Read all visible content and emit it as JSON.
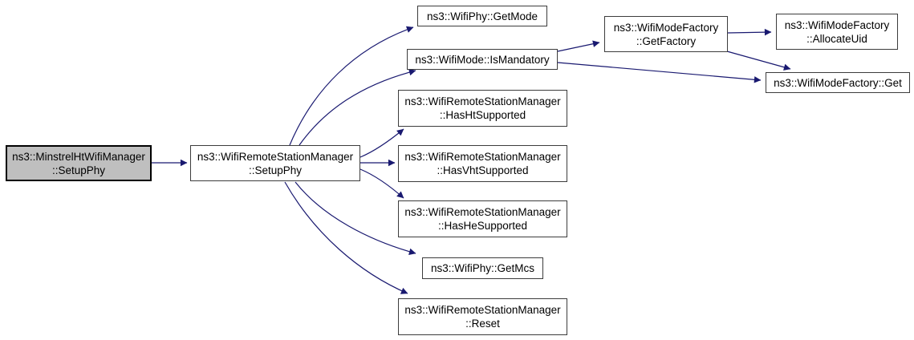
{
  "diagram": {
    "kind": "doxygen-call-graph",
    "colors": {
      "background": "#ffffff",
      "edge": "#191970",
      "node_fill": "#ffffff",
      "node_border": "#3c3c3c",
      "highlight_fill": "#bfbfbf",
      "highlight_border": "#000000",
      "text": "#000000"
    },
    "nodes": [
      {
        "id": "minstrel-setupphy",
        "lines": [
          "ns3::MinstrelHtWifiManager",
          "::SetupPhy"
        ],
        "highlighted": true
      },
      {
        "id": "wrsm-setupphy",
        "lines": [
          "ns3::WifiRemoteStationManager",
          "::SetupPhy"
        ]
      },
      {
        "id": "getmode",
        "lines": [
          "ns3::WifiPhy::GetMode"
        ]
      },
      {
        "id": "ismandatory",
        "lines": [
          "ns3::WifiMode::IsMandatory"
        ]
      },
      {
        "id": "hasht",
        "lines": [
          "ns3::WifiRemoteStationManager",
          "::HasHtSupported"
        ]
      },
      {
        "id": "hasvht",
        "lines": [
          "ns3::WifiRemoteStationManager",
          "::HasVhtSupported"
        ]
      },
      {
        "id": "hashe",
        "lines": [
          "ns3::WifiRemoteStationManager",
          "::HasHeSupported"
        ]
      },
      {
        "id": "getmcs",
        "lines": [
          "ns3::WifiPhy::GetMcs"
        ]
      },
      {
        "id": "reset",
        "lines": [
          "ns3::WifiRemoteStationManager",
          "::Reset"
        ]
      },
      {
        "id": "getfactory",
        "lines": [
          "ns3::WifiModeFactory",
          "::GetFactory"
        ]
      },
      {
        "id": "allocateuid",
        "lines": [
          "ns3::WifiModeFactory",
          "::AllocateUid"
        ]
      },
      {
        "id": "get",
        "lines": [
          "ns3::WifiModeFactory::Get"
        ]
      }
    ],
    "edges": [
      {
        "from": "ns3::MinstrelHtWifiManager::SetupPhy",
        "to": "ns3::WifiRemoteStationManager::SetupPhy"
      },
      {
        "from": "ns3::WifiRemoteStationManager::SetupPhy",
        "to": "ns3::WifiPhy::GetMode"
      },
      {
        "from": "ns3::WifiRemoteStationManager::SetupPhy",
        "to": "ns3::WifiMode::IsMandatory"
      },
      {
        "from": "ns3::WifiRemoteStationManager::SetupPhy",
        "to": "ns3::WifiRemoteStationManager::HasHtSupported"
      },
      {
        "from": "ns3::WifiRemoteStationManager::SetupPhy",
        "to": "ns3::WifiRemoteStationManager::HasVhtSupported"
      },
      {
        "from": "ns3::WifiRemoteStationManager::SetupPhy",
        "to": "ns3::WifiRemoteStationManager::HasHeSupported"
      },
      {
        "from": "ns3::WifiRemoteStationManager::SetupPhy",
        "to": "ns3::WifiPhy::GetMcs"
      },
      {
        "from": "ns3::WifiRemoteStationManager::SetupPhy",
        "to": "ns3::WifiRemoteStationManager::Reset"
      },
      {
        "from": "ns3::WifiMode::IsMandatory",
        "to": "ns3::WifiModeFactory::GetFactory"
      },
      {
        "from": "ns3::WifiMode::IsMandatory",
        "to": "ns3::WifiModeFactory::Get"
      },
      {
        "from": "ns3::WifiModeFactory::GetFactory",
        "to": "ns3::WifiModeFactory::AllocateUid"
      },
      {
        "from": "ns3::WifiModeFactory::GetFactory",
        "to": "ns3::WifiModeFactory::Get"
      }
    ]
  }
}
